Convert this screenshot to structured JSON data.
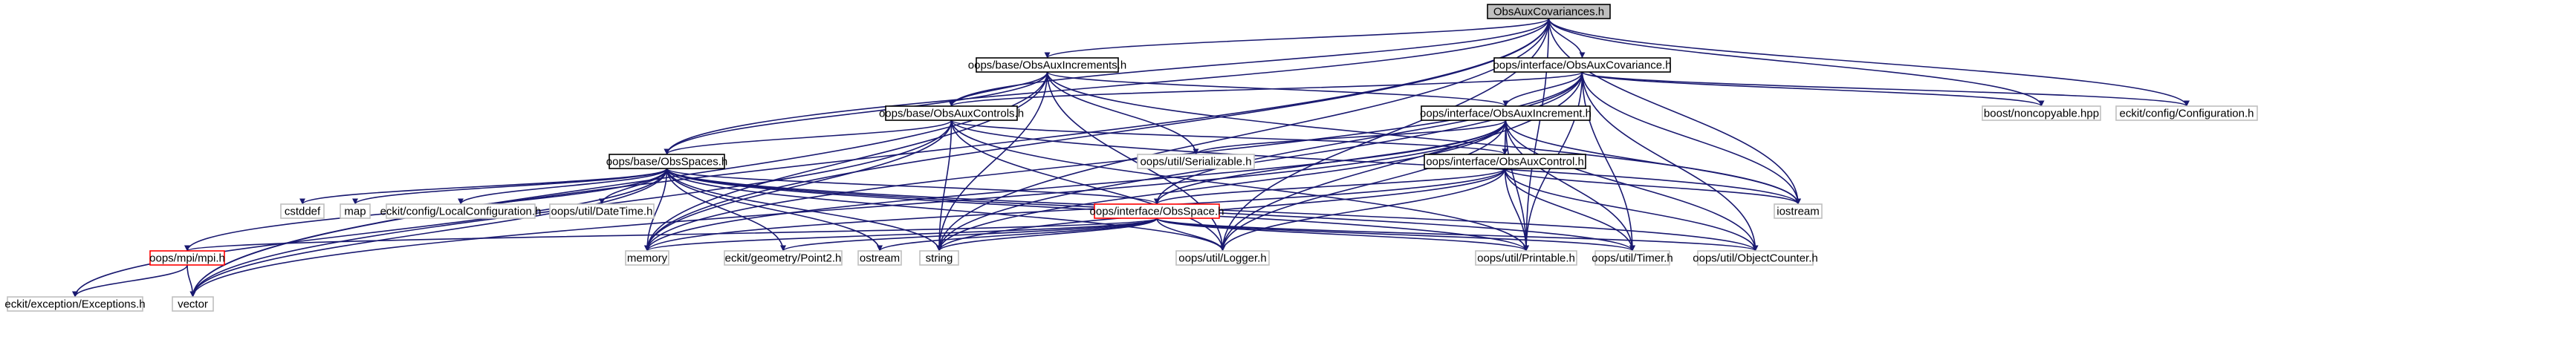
{
  "colors": {
    "edge": "#191970",
    "highlight_fill": "#bfbfbf",
    "node_border": "#000000",
    "linked_border": "#000000",
    "system_border": "#bfbfbf",
    "error_border": "#ff0000",
    "text": "#000000",
    "system_text": "#000000"
  },
  "nodes": [
    {
      "id": "root",
      "label": "ObsAuxCovariances.h",
      "style": "highlight"
    },
    {
      "id": "incr",
      "label": "oops/base/ObsAuxIncrements.h",
      "style": "linked"
    },
    {
      "id": "icov",
      "label": "oops/interface/ObsAuxCovariance.h",
      "style": "linked"
    },
    {
      "id": "ctrls",
      "label": "oops/base/ObsAuxControls.h",
      "style": "linked"
    },
    {
      "id": "iincr",
      "label": "oops/interface/ObsAuxIncrement.h",
      "style": "linked"
    },
    {
      "id": "noncopy",
      "label": "boost/noncopyable.hpp",
      "style": "system"
    },
    {
      "id": "conf",
      "label": "eckit/config/Configuration.h",
      "style": "system"
    },
    {
      "id": "spaces",
      "label": "oops/base/ObsSpaces.h",
      "style": "linked"
    },
    {
      "id": "serial",
      "label": "oops/util/Serializable.h",
      "style": "system"
    },
    {
      "id": "ictrl",
      "label": "oops/interface/ObsAuxControl.h",
      "style": "linked"
    },
    {
      "id": "cstddef",
      "label": "cstddef",
      "style": "system"
    },
    {
      "id": "map",
      "label": "map",
      "style": "system"
    },
    {
      "id": "localconf",
      "label": "eckit/config/LocalConfiguration.h",
      "style": "system"
    },
    {
      "id": "datetime",
      "label": "oops/util/DateTime.h",
      "style": "system"
    },
    {
      "id": "ispace",
      "label": "oops/interface/ObsSpace.h",
      "style": "error"
    },
    {
      "id": "iostream",
      "label": "iostream",
      "style": "system"
    },
    {
      "id": "mpi",
      "label": "oops/mpi/mpi.h",
      "style": "error"
    },
    {
      "id": "memory",
      "label": "memory",
      "style": "system"
    },
    {
      "id": "point2",
      "label": "eckit/geometry/Point2.h",
      "style": "system"
    },
    {
      "id": "ostream",
      "label": "ostream",
      "style": "system"
    },
    {
      "id": "string",
      "label": "string",
      "style": "system"
    },
    {
      "id": "logger",
      "label": "oops/util/Logger.h",
      "style": "system"
    },
    {
      "id": "printable",
      "label": "oops/util/Printable.h",
      "style": "system"
    },
    {
      "id": "timer",
      "label": "oops/util/Timer.h",
      "style": "system"
    },
    {
      "id": "objcount",
      "label": "oops/util/ObjectCounter.h",
      "style": "system"
    },
    {
      "id": "exceptions",
      "label": "eckit/exception/Exceptions.h",
      "style": "system"
    },
    {
      "id": "vector",
      "label": "vector",
      "style": "system"
    }
  ],
  "edges": [
    [
      "root",
      "incr"
    ],
    [
      "root",
      "icov"
    ],
    [
      "root",
      "ctrls"
    ],
    [
      "root",
      "spaces"
    ],
    [
      "root",
      "noncopy"
    ],
    [
      "root",
      "conf"
    ],
    [
      "root",
      "iostream"
    ],
    [
      "root",
      "memory"
    ],
    [
      "root",
      "string"
    ],
    [
      "root",
      "logger"
    ],
    [
      "root",
      "vector"
    ],
    [
      "root",
      "printable"
    ],
    [
      "incr",
      "ctrls"
    ],
    [
      "incr",
      "iincr"
    ],
    [
      "incr",
      "spaces"
    ],
    [
      "incr",
      "serial"
    ],
    [
      "incr",
      "memory"
    ],
    [
      "incr",
      "string"
    ],
    [
      "incr",
      "logger"
    ],
    [
      "incr",
      "vector"
    ],
    [
      "incr",
      "iostream"
    ],
    [
      "icov",
      "ctrls"
    ],
    [
      "icov",
      "iincr"
    ],
    [
      "icov",
      "noncopy"
    ],
    [
      "icov",
      "conf"
    ],
    [
      "icov",
      "ispace"
    ],
    [
      "icov",
      "iostream"
    ],
    [
      "icov",
      "memory"
    ],
    [
      "icov",
      "string"
    ],
    [
      "icov",
      "logger"
    ],
    [
      "icov",
      "printable"
    ],
    [
      "icov",
      "timer"
    ],
    [
      "icov",
      "objcount"
    ],
    [
      "ctrls",
      "spaces"
    ],
    [
      "ctrls",
      "ictrl"
    ],
    [
      "ctrls",
      "iostream"
    ],
    [
      "ctrls",
      "memory"
    ],
    [
      "ctrls",
      "string"
    ],
    [
      "ctrls",
      "logger"
    ],
    [
      "ctrls",
      "vector"
    ],
    [
      "ctrls",
      "printable"
    ],
    [
      "iincr",
      "ictrl"
    ],
    [
      "iincr",
      "serial"
    ],
    [
      "iincr",
      "ispace"
    ],
    [
      "iincr",
      "iostream"
    ],
    [
      "iincr",
      "memory"
    ],
    [
      "iincr",
      "string"
    ],
    [
      "iincr",
      "logger"
    ],
    [
      "iincr",
      "printable"
    ],
    [
      "iincr",
      "timer"
    ],
    [
      "iincr",
      "objcount"
    ],
    [
      "iincr",
      "vector"
    ],
    [
      "spaces",
      "cstddef"
    ],
    [
      "spaces",
      "map"
    ],
    [
      "spaces",
      "localconf"
    ],
    [
      "spaces",
      "datetime"
    ],
    [
      "spaces",
      "ispace"
    ],
    [
      "spaces",
      "mpi"
    ],
    [
      "spaces",
      "memory"
    ],
    [
      "spaces",
      "point2"
    ],
    [
      "spaces",
      "ostream"
    ],
    [
      "spaces",
      "string"
    ],
    [
      "spaces",
      "logger"
    ],
    [
      "spaces",
      "printable"
    ],
    [
      "spaces",
      "timer"
    ],
    [
      "spaces",
      "objcount"
    ],
    [
      "spaces",
      "vector"
    ],
    [
      "spaces",
      "exceptions"
    ],
    [
      "ictrl",
      "ispace"
    ],
    [
      "ictrl",
      "iostream"
    ],
    [
      "ictrl",
      "memory"
    ],
    [
      "ictrl",
      "string"
    ],
    [
      "ictrl",
      "logger"
    ],
    [
      "ictrl",
      "printable"
    ],
    [
      "ictrl",
      "timer"
    ],
    [
      "ictrl",
      "objcount"
    ],
    [
      "ispace",
      "mpi"
    ],
    [
      "ispace",
      "memory"
    ],
    [
      "ispace",
      "point2"
    ],
    [
      "ispace",
      "ostream"
    ],
    [
      "ispace",
      "string"
    ],
    [
      "ispace",
      "logger"
    ],
    [
      "ispace",
      "printable"
    ],
    [
      "ispace",
      "timer"
    ],
    [
      "ispace",
      "objcount"
    ],
    [
      "mpi",
      "exceptions"
    ],
    [
      "mpi",
      "vector"
    ]
  ]
}
